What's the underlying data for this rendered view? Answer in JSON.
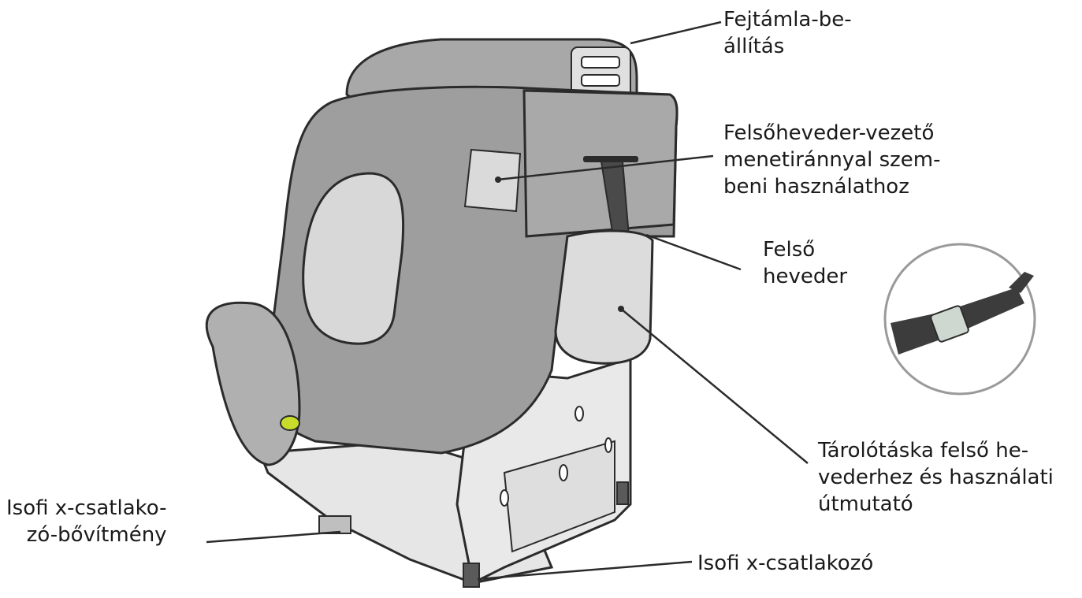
{
  "labels": {
    "headrest_adjust": [
      "Fejtámla-be-",
      "állítás"
    ],
    "top_tether_guide": [
      "Felsőheveder-vezető",
      "menetiránnyal szem-",
      "beni használathoz"
    ],
    "top_tether": [
      "Felső",
      "heveder"
    ],
    "storage_bag": [
      "Tárolótáska felső he-",
      "vederhez és használati",
      "útmutató"
    ],
    "isofix_extension": [
      "Isofi x-csatlako-",
      "zó-bővítmény"
    ],
    "isofix_connector": [
      "Isofi x-csatlakozó"
    ]
  },
  "colors": {
    "outline": "#2b2b2b",
    "shell_dark": "#9b9b9b",
    "shell_mid": "#b4b4b4",
    "shell_light": "#d9d9d9",
    "base": "#e6e6e6",
    "strap": "#4a4a4a",
    "accent": "#c8dc2a"
  }
}
